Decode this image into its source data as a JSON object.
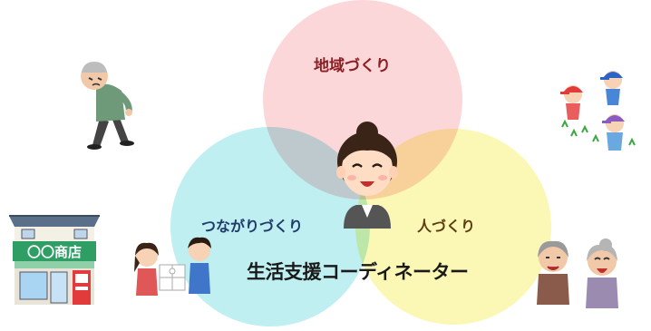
{
  "diagram": {
    "circles": [
      {
        "id": "area",
        "label": "地域づくり",
        "fill": "#fcd7d9",
        "text_color": "#8b1f23"
      },
      {
        "id": "connection",
        "label": "つながりづくり",
        "fill": "#bfeff0",
        "text_color": "#1f3a6b"
      },
      {
        "id": "people",
        "label": "人づくり",
        "fill": "#fbf7b4",
        "text_color": "#5a3b12"
      }
    ],
    "center_title": "生活支援コーディネーター",
    "shop_sign": "〇〇商店"
  },
  "icons": {
    "center": "coordinator-woman-icon",
    "top_left": "elderly-man-backache-icon",
    "top_right": "children-gardening-icon",
    "bottom_left": "shop-building-icon",
    "bottom_middle": "children-puzzle-icon",
    "bottom_right": "elderly-women-chatting-icon"
  }
}
